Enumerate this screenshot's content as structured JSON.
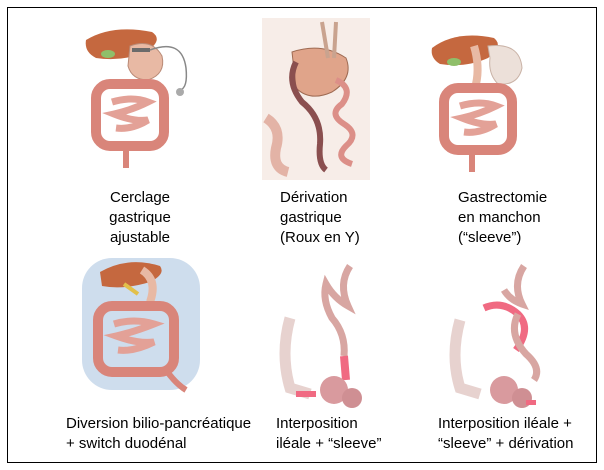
{
  "panels": [
    {
      "id": "cerclage",
      "lines": [
        "Cerclage",
        "gastrique",
        "ajustable"
      ]
    },
    {
      "id": "derivation",
      "lines": [
        "Dérivation",
        "gastrique",
        "(Roux en Y)"
      ]
    },
    {
      "id": "sleeve",
      "lines": [
        "Gastrectomie",
        "en manchon",
        "(“sleeve”)"
      ]
    },
    {
      "id": "diversion",
      "lines": [
        "Diversion bilio-pancréatique",
        "+ switch duodénal"
      ]
    },
    {
      "id": "interposition",
      "lines": [
        "Interposition",
        "iléale + “sleeve”"
      ]
    },
    {
      "id": "interposition-derivation",
      "lines": [
        "Interposition iléale +",
        "“sleeve” + dérivation"
      ]
    }
  ],
  "colors": {
    "intestine": "#d9857a",
    "intestine_dark": "#b85f55",
    "liver": "#c5683f",
    "stomach": "#e8b9a4",
    "gallbladder": "#8fbf6a",
    "highlight": "#f06a82",
    "pale": "#e7d2cf",
    "blue_bg": "#b9cfe6"
  }
}
